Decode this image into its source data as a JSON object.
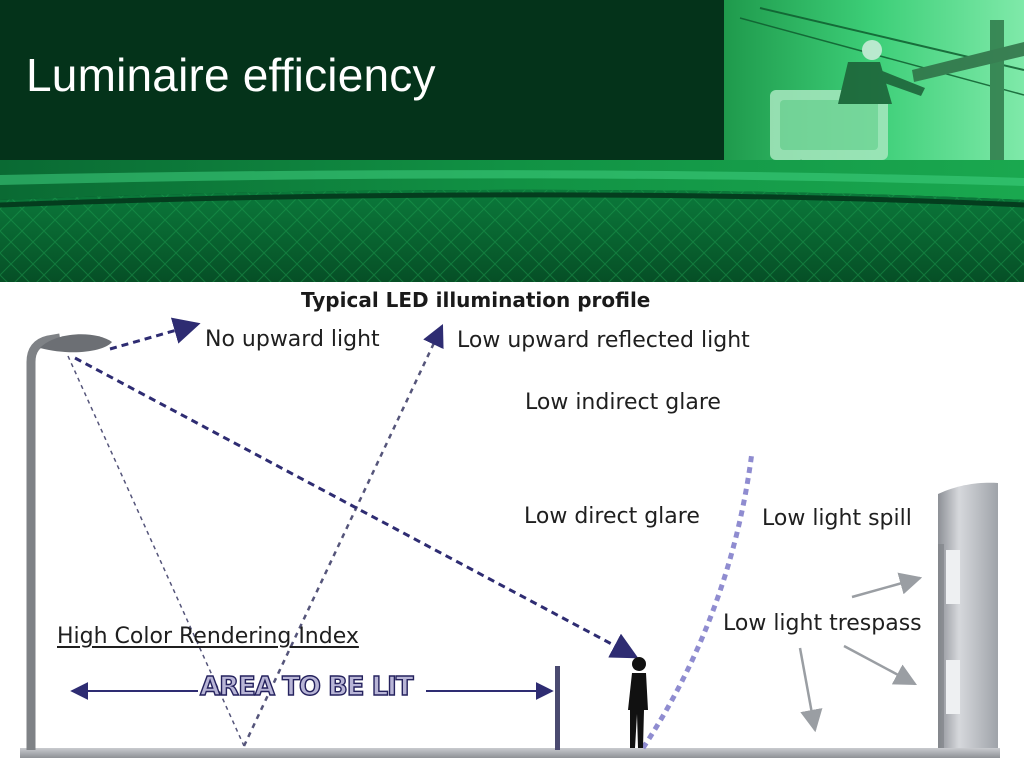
{
  "slide": {
    "title": "Luminaire efficiency"
  },
  "diagram": {
    "title": "Typical LED illumination profile",
    "labels": {
      "no_upward_light": "No upward light",
      "low_upward_reflected": "Low upward reflected light",
      "low_indirect_glare": "Low indirect glare",
      "low_direct_glare": "Low direct glare",
      "low_light_spill": "Low light spill",
      "low_light_trespass": "Low light trespass",
      "high_cri": "High Color Rendering Index"
    },
    "area_label": "AREA TO BE LIT"
  },
  "colors": {
    "banner_dark": "#04331a",
    "banner_green": "#17a34a",
    "arrow_navy": "#2e2c72",
    "spill_purple": "#8f8cd0",
    "pole_gray": "#7f8286"
  },
  "icons": {
    "street_lamp": "street-lamp-icon",
    "person": "person-silhouette-icon",
    "building": "building-icon",
    "lineman": "lineman-bucket-truck-icon"
  }
}
